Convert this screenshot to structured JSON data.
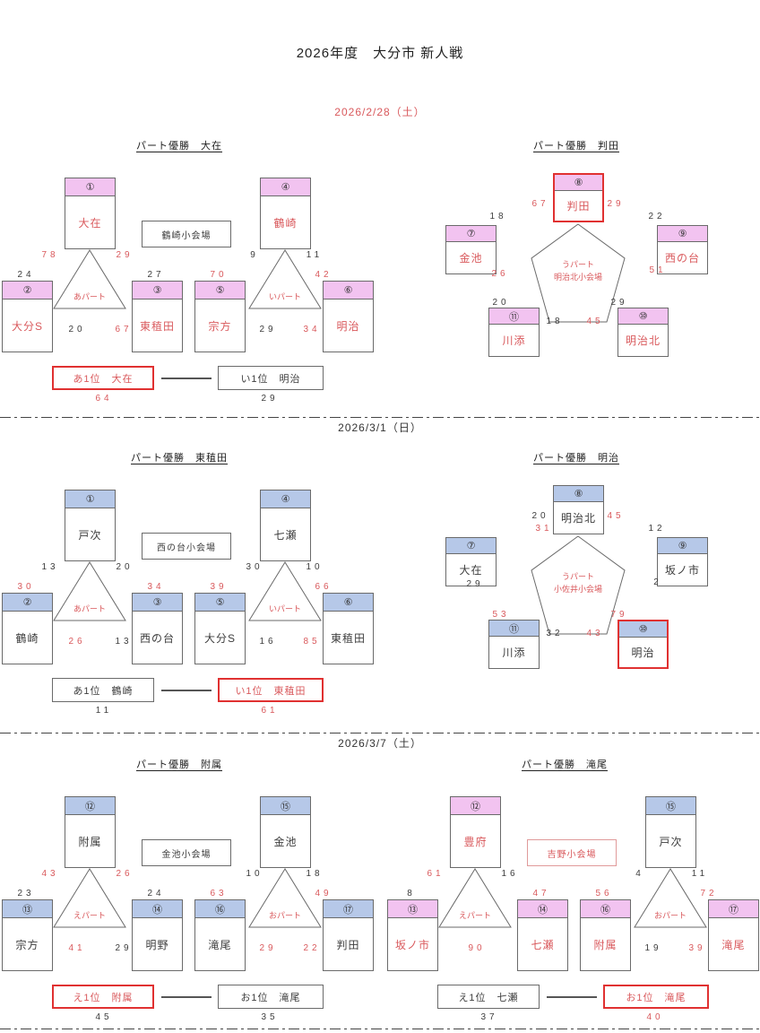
{
  "title": "2026年度　大分市 新人戦",
  "colors": {
    "pink": "#f2c3f0",
    "blue": "#b6c8e8",
    "red": "#d9595c",
    "red_border": "#e03131",
    "ink": "#3c3c3c",
    "line": "#6a6a6a"
  },
  "sections": [
    {
      "date": "2026/2/28（土）",
      "date_red": true,
      "brackets": [
        {
          "kind": "tree",
          "heading": "パート優勝　大在",
          "venue": {
            "text": "鶴崎小会場",
            "red": false
          },
          "tri_labels": [
            "あパート",
            "いパート"
          ],
          "teams": {
            "topA": {
              "num": "①",
              "name": "大在",
              "header": "pink",
              "red_name": true,
              "highlight": false
            },
            "b1": {
              "num": "②",
              "name": "大分S",
              "header": "pink",
              "red_name": true,
              "highlight": false
            },
            "b2": {
              "num": "③",
              "name": "東稙田",
              "header": "pink",
              "red_name": true,
              "highlight": false
            },
            "topB": {
              "num": "④",
              "name": "鶴崎",
              "header": "pink",
              "red_name": true,
              "highlight": false
            },
            "b3": {
              "num": "⑤",
              "name": "宗方",
              "header": "pink",
              "red_name": true,
              "highlight": false
            },
            "b4": {
              "num": "⑥",
              "name": "明治",
              "header": "pink",
              "red_name": true,
              "highlight": false
            }
          },
          "scores": [
            {
              "slot": "topA_L",
              "text": "78",
              "red": true
            },
            {
              "slot": "topA_R",
              "text": "29",
              "red": true
            },
            {
              "slot": "b1_above",
              "text": "24",
              "red": false
            },
            {
              "slot": "b2_above",
              "text": "27",
              "red": false
            },
            {
              "slot": "b1b2_L",
              "text": "20",
              "red": false
            },
            {
              "slot": "b1b2_R",
              "text": "67",
              "red": true
            },
            {
              "slot": "topB_L",
              "text": "9",
              "red": false
            },
            {
              "slot": "topB_R",
              "text": "11",
              "red": false
            },
            {
              "slot": "b3_above",
              "text": "70",
              "red": true
            },
            {
              "slot": "b4_above",
              "text": "42",
              "red": true
            },
            {
              "slot": "b3b4_L",
              "text": "29",
              "red": false
            },
            {
              "slot": "b3b4_R",
              "text": "34",
              "red": true
            }
          ],
          "results": {
            "left": {
              "text": "あ1位　大在",
              "highlight": true,
              "score": "64",
              "score_red": true
            },
            "right": {
              "text": "い1位　明治",
              "highlight": false,
              "score": "29",
              "score_red": false
            }
          }
        },
        {
          "kind": "pentagon",
          "heading": "パート優勝　判田",
          "center": [
            "うパート",
            "明治北小会場"
          ],
          "teams": {
            "top": {
              "num": "⑧",
              "name": "判田",
              "header": "pink",
              "red_name": true,
              "highlight": true
            },
            "left": {
              "num": "⑦",
              "name": "金池",
              "header": "pink",
              "red_name": true,
              "highlight": false
            },
            "right": {
              "num": "⑨",
              "name": "西の台",
              "header": "pink",
              "red_name": true,
              "highlight": false
            },
            "bl": {
              "num": "⑪",
              "name": "川添",
              "header": "pink",
              "red_name": true,
              "highlight": false
            },
            "br": {
              "num": "⑩",
              "name": "明治北",
              "header": "pink",
              "red_name": true,
              "highlight": false
            }
          },
          "scores": [
            {
              "slot": "top_L",
              "text": "67",
              "red": true
            },
            {
              "slot": "top_R",
              "text": "29",
              "red": true
            },
            {
              "slot": "left_above",
              "text": "18",
              "red": false
            },
            {
              "slot": "right_above",
              "text": "22",
              "red": false
            },
            {
              "slot": "left_below",
              "text": "26",
              "red": true
            },
            {
              "slot": "right_below",
              "text": "51",
              "red": true
            },
            {
              "slot": "bl_above",
              "text": "20",
              "red": false
            },
            {
              "slot": "bl_right",
              "text": "18",
              "red": false
            },
            {
              "slot": "br_above",
              "text": "29",
              "red": false
            },
            {
              "slot": "br_left",
              "text": "45",
              "red": true
            }
          ]
        }
      ]
    },
    {
      "date": "2026/3/1（日）",
      "date_red": false,
      "brackets": [
        {
          "kind": "tree",
          "heading": "パート優勝　東稙田",
          "venue": {
            "text": "西の台小会場",
            "red": false
          },
          "tri_labels": [
            "あパート",
            "いパート"
          ],
          "teams": {
            "topA": {
              "num": "①",
              "name": "戸次",
              "header": "blue",
              "red_name": false,
              "highlight": false
            },
            "b1": {
              "num": "②",
              "name": "鶴崎",
              "header": "blue",
              "red_name": false,
              "highlight": false
            },
            "b2": {
              "num": "③",
              "name": "西の台",
              "header": "blue",
              "red_name": false,
              "highlight": false
            },
            "topB": {
              "num": "④",
              "name": "七瀬",
              "header": "blue",
              "red_name": false,
              "highlight": false
            },
            "b3": {
              "num": "⑤",
              "name": "大分S",
              "header": "blue",
              "red_name": false,
              "highlight": false
            },
            "b4": {
              "num": "⑥",
              "name": "東稙田",
              "header": "blue",
              "red_name": false,
              "highlight": false
            }
          },
          "scores": [
            {
              "slot": "topA_L",
              "text": "13",
              "red": false
            },
            {
              "slot": "topA_R",
              "text": "20",
              "red": false
            },
            {
              "slot": "b1_above",
              "text": "30",
              "red": true
            },
            {
              "slot": "b2_above",
              "text": "34",
              "red": true
            },
            {
              "slot": "b1b2_L",
              "text": "26",
              "red": true
            },
            {
              "slot": "b1b2_R",
              "text": "13",
              "red": false
            },
            {
              "slot": "topB_L",
              "text": "30",
              "red": false
            },
            {
              "slot": "topB_R",
              "text": "10",
              "red": false
            },
            {
              "slot": "b3_above",
              "text": "39",
              "red": true
            },
            {
              "slot": "b4_above",
              "text": "66",
              "red": true
            },
            {
              "slot": "b3b4_L",
              "text": "16",
              "red": false
            },
            {
              "slot": "b3b4_R",
              "text": "85",
              "red": true
            }
          ],
          "results": {
            "left": {
              "text": "あ1位　鶴崎",
              "highlight": false,
              "score": "11",
              "score_red": false
            },
            "right": {
              "text": "い1位　東稙田",
              "highlight": true,
              "score": "61",
              "score_red": true
            }
          }
        },
        {
          "kind": "pentagon",
          "heading": "パート優勝　明治",
          "center": [
            "うパート",
            "小佐井小会場"
          ],
          "teams": {
            "top": {
              "num": "⑧",
              "name": "明治北",
              "header": "blue",
              "red_name": false,
              "highlight": false
            },
            "left": {
              "num": "⑦",
              "name": "大在",
              "header": "blue",
              "red_name": false,
              "highlight": false
            },
            "right": {
              "num": "⑨",
              "name": "坂ノ市",
              "header": "blue",
              "red_name": false,
              "highlight": false
            },
            "bl": {
              "num": "⑪",
              "name": "川添",
              "header": "blue",
              "red_name": false,
              "highlight": false
            },
            "br": {
              "num": "⑩",
              "name": "明治",
              "header": "blue",
              "red_name": false,
              "highlight": true
            }
          },
          "scores": [
            {
              "slot": "top_L",
              "text": "20",
              "red": false
            },
            {
              "slot": "top_R",
              "text": "45",
              "red": true
            },
            {
              "slot": "left_upper",
              "text": "31",
              "red": true
            },
            {
              "slot": "right_above",
              "text": "12",
              "red": false
            },
            {
              "slot": "left_below2",
              "text": "29",
              "red": false
            },
            {
              "slot": "right_below",
              "text": "2",
              "red": false
            },
            {
              "slot": "bl_above",
              "text": "53",
              "red": true
            },
            {
              "slot": "bl_right",
              "text": "32",
              "red": false
            },
            {
              "slot": "br_above",
              "text": "79",
              "red": true
            },
            {
              "slot": "br_left",
              "text": "43",
              "red": true
            }
          ]
        }
      ]
    },
    {
      "date": "2026/3/7（土）",
      "date_red": false,
      "brackets": [
        {
          "kind": "tree",
          "heading": "パート優勝　附属",
          "venue": {
            "text": "金池小会場",
            "red": false
          },
          "tri_labels": [
            "えパート",
            "おパート"
          ],
          "teams": {
            "topA": {
              "num": "⑫",
              "name": "附属",
              "header": "blue",
              "red_name": false,
              "highlight": false
            },
            "b1": {
              "num": "⑬",
              "name": "宗方",
              "header": "blue",
              "red_name": false,
              "highlight": false
            },
            "b2": {
              "num": "⑭",
              "name": "明野",
              "header": "blue",
              "red_name": false,
              "highlight": false
            },
            "topB": {
              "num": "⑮",
              "name": "金池",
              "header": "blue",
              "red_name": false,
              "highlight": false
            },
            "b3": {
              "num": "⑯",
              "name": "滝尾",
              "header": "blue",
              "red_name": false,
              "highlight": false
            },
            "b4": {
              "num": "⑰",
              "name": "判田",
              "header": "blue",
              "red_name": false,
              "highlight": false
            }
          },
          "scores": [
            {
              "slot": "topA_L",
              "text": "43",
              "red": true
            },
            {
              "slot": "topA_R",
              "text": "26",
              "red": true
            },
            {
              "slot": "b1_above",
              "text": "23",
              "red": false
            },
            {
              "slot": "b2_above",
              "text": "24",
              "red": false
            },
            {
              "slot": "b1b2_L",
              "text": "41",
              "red": true
            },
            {
              "slot": "b1b2_R",
              "text": "29",
              "red": false
            },
            {
              "slot": "topB_L",
              "text": "10",
              "red": false
            },
            {
              "slot": "topB_R",
              "text": "18",
              "red": false
            },
            {
              "slot": "b3_above",
              "text": "63",
              "red": true
            },
            {
              "slot": "b4_above",
              "text": "49",
              "red": true
            },
            {
              "slot": "b3b4_L",
              "text": "29",
              "red": true
            },
            {
              "slot": "b3b4_R",
              "text": "22",
              "red": true
            }
          ],
          "results": {
            "left": {
              "text": "え1位　附属",
              "highlight": true,
              "score": "45",
              "score_red": false
            },
            "right": {
              "text": "お1位　滝尾",
              "highlight": false,
              "score": "35",
              "score_red": false
            }
          }
        },
        {
          "kind": "tree",
          "heading": "パート優勝　滝尾",
          "venue": {
            "text": "吉野小会場",
            "red": true
          },
          "tri_labels": [
            "えパート",
            "おパート"
          ],
          "teams": {
            "topA": {
              "num": "⑫",
              "name": "豊府",
              "header": "pink",
              "red_name": true,
              "highlight": false
            },
            "b1": {
              "num": "⑬",
              "name": "坂ノ市",
              "header": "pink",
              "red_name": true,
              "highlight": false
            },
            "b2": {
              "num": "⑭",
              "name": "七瀬",
              "header": "pink",
              "red_name": true,
              "highlight": false
            },
            "topB": {
              "num": "⑮",
              "name": "戸次",
              "header": "blue",
              "red_name": false,
              "highlight": false
            },
            "b3": {
              "num": "⑯",
              "name": "附属",
              "header": "pink",
              "red_name": true,
              "highlight": false
            },
            "b4": {
              "num": "⑰",
              "name": "滝尾",
              "header": "pink",
              "red_name": true,
              "highlight": false
            }
          },
          "scores": [
            {
              "slot": "topA_L",
              "text": "61",
              "red": true
            },
            {
              "slot": "topA_R",
              "text": "16",
              "red": false
            },
            {
              "slot": "b1_above",
              "text": "8",
              "red": false
            },
            {
              "slot": "b2_above",
              "text": "47",
              "red": true
            },
            {
              "slot": "b1b2_M",
              "text": "90",
              "red": true
            },
            {
              "slot": "topB_L",
              "text": "4",
              "red": false
            },
            {
              "slot": "topB_R",
              "text": "11",
              "red": false
            },
            {
              "slot": "b3_above",
              "text": "56",
              "red": true
            },
            {
              "slot": "b4_above",
              "text": "72",
              "red": true
            },
            {
              "slot": "b3b4_L",
              "text": "19",
              "red": false
            },
            {
              "slot": "b3b4_R",
              "text": "39",
              "red": true
            }
          ],
          "results": {
            "left": {
              "text": "え1位　七瀬",
              "highlight": false,
              "score": "37",
              "score_red": false
            },
            "right": {
              "text": "お1位　滝尾",
              "highlight": true,
              "score": "40",
              "score_red": true
            }
          }
        }
      ]
    }
  ]
}
